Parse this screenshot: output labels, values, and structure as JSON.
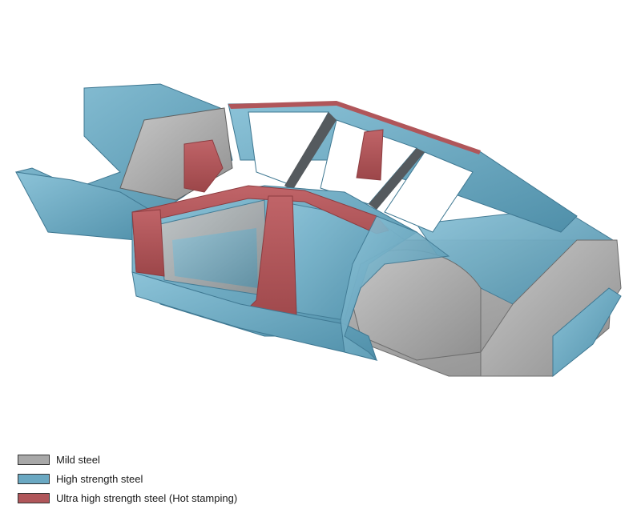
{
  "legend": {
    "items": [
      {
        "key": "mild",
        "label": "Mild steel",
        "color": "#a8a8a8"
      },
      {
        "key": "high",
        "label": "High strength steel",
        "color": "#6aa8c2"
      },
      {
        "key": "ultra",
        "label": "Ultra high strength steel (Hot stamping)",
        "color": "#b0565a"
      }
    ]
  },
  "illustration": {
    "subject": "car-body-in-white",
    "colors": {
      "mild": "#a8a8a8",
      "mild_dark": "#7f7f7f",
      "high": "#6aa8c2",
      "high_dark": "#4c8aa6",
      "high_light": "#8fc2d6",
      "ultra": "#b0565a",
      "ultra_dark": "#8c3c40"
    }
  }
}
